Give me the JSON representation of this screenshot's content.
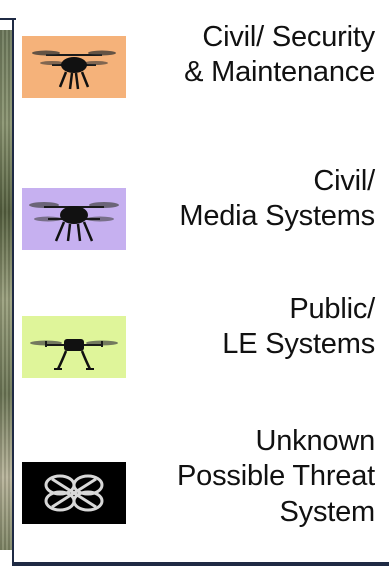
{
  "legend": {
    "items": [
      {
        "line1": "Civil/ Security",
        "line2": "& Maintenance",
        "line3": "",
        "color": "#f5b27a",
        "icon": "quadcopter-icon"
      },
      {
        "line1": "Civil/",
        "line2": "Media Systems",
        "line3": "",
        "color": "#c6b0f0",
        "icon": "quadcopter-icon"
      },
      {
        "line1": "Public/",
        "line2": "LE Systems",
        "line3": "",
        "color": "#dff59a",
        "icon": "quadcopter-icon"
      },
      {
        "line1": "Unknown",
        "line2": "Possible Threat",
        "line3": "System",
        "color": "#000000",
        "icon": "drone-outline-icon"
      }
    ]
  }
}
